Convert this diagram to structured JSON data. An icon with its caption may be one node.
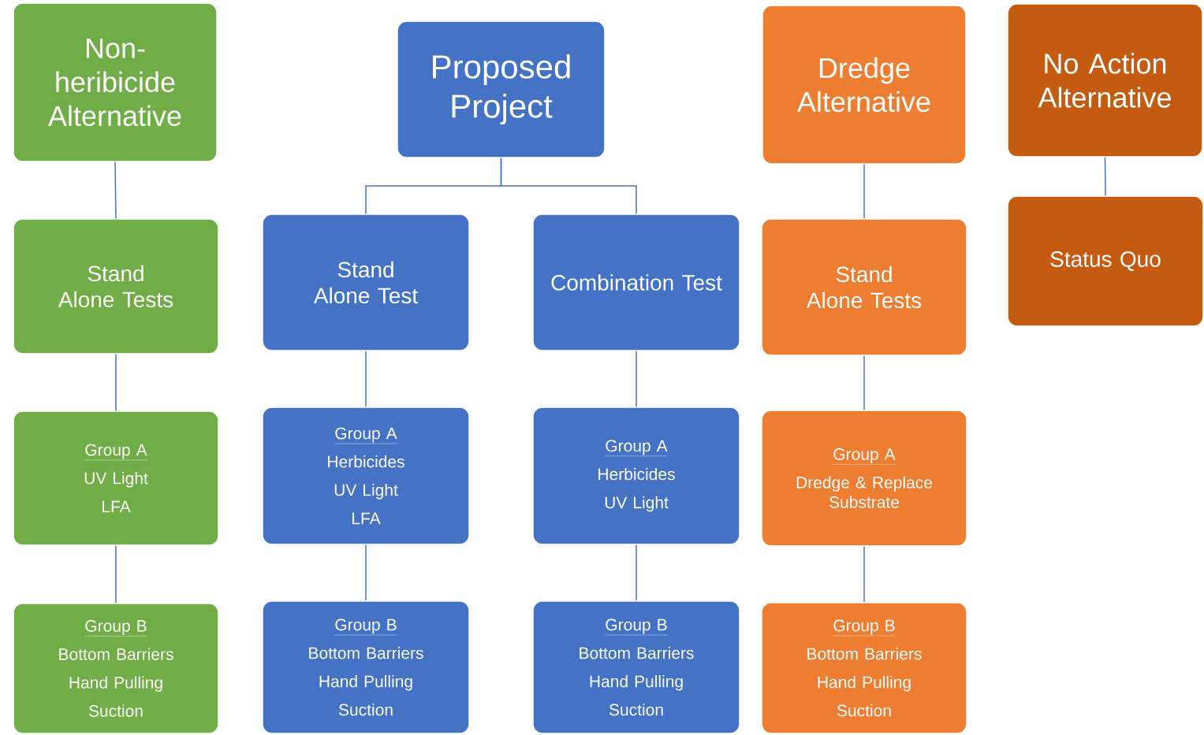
{
  "diagram": {
    "nodes": [
      {
        "text": [
          "Non-heribicide Alternative"
        ]
      },
      {
        "text": [
          "Proposed Project"
        ]
      },
      {
        "text": [
          "Dredge Alternative"
        ]
      },
      {
        "text": [
          "No Action Alternative"
        ]
      },
      {
        "text": [
          "Stand Alone Tests"
        ]
      },
      {
        "text": [
          "Stand Alone Test"
        ]
      },
      {
        "text": [
          "Combination Test"
        ]
      },
      {
        "text": [
          "Stand Alone Tests"
        ]
      },
      {
        "text": [
          "Status Quo"
        ]
      },
      {
        "text": [
          "Group A",
          "UV Light",
          "LFA"
        ]
      },
      {
        "text": [
          "Group A",
          "Herbicides",
          "UV Light",
          "LFA"
        ]
      },
      {
        "text": [
          "Group A",
          "Herbicides",
          "UV Light"
        ]
      },
      {
        "text": [
          "Group A",
          "Dredge & Replace Substrate"
        ]
      },
      {
        "text": [
          "Group B",
          "Bottom Barriers",
          "Hand Pulling",
          "Suction"
        ]
      },
      {
        "text": [
          "Group B",
          "Bottom Barriers",
          "Hand Pulling",
          "Suction"
        ]
      },
      {
        "text": [
          "Group B",
          "Bottom Barriers",
          "Hand Pulling",
          "Suction"
        ]
      },
      {
        "text": [
          "Group B",
          "Bottom Barriers",
          "Hand Pulling",
          "Suction"
        ]
      }
    ],
    "edges": [
      {
        "from": 0,
        "to": 4,
        "arrow": "none"
      },
      {
        "from": 4,
        "to": 9,
        "arrow": "none"
      },
      {
        "from": 9,
        "to": 13,
        "arrow": "none"
      },
      {
        "from": 1,
        "to": 5,
        "arrow": "none"
      },
      {
        "from": 1,
        "to": 6,
        "arrow": "none"
      },
      {
        "from": 5,
        "to": 10,
        "arrow": "none"
      },
      {
        "from": 10,
        "to": 14,
        "arrow": "none"
      },
      {
        "from": 6,
        "to": 11,
        "arrow": "none"
      },
      {
        "from": 11,
        "to": 15,
        "arrow": "none"
      },
      {
        "from": 2,
        "to": 7,
        "arrow": "none"
      },
      {
        "from": 7,
        "to": 12,
        "arrow": "none"
      },
      {
        "from": 12,
        "to": 16,
        "arrow": "none"
      },
      {
        "from": 3,
        "to": 8,
        "arrow": "none"
      }
    ]
  }
}
